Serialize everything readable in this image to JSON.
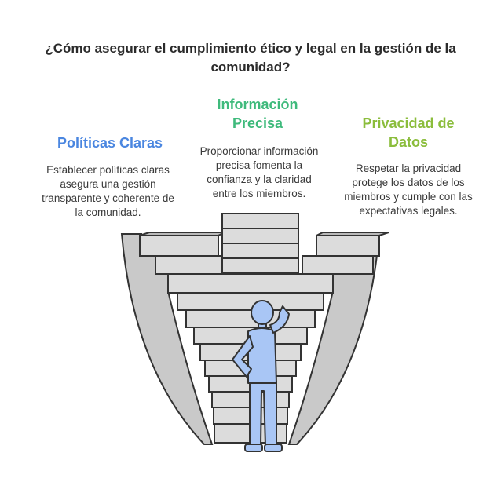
{
  "title": "¿Cómo asegurar el cumplimiento ético y legal en la gestión de la comunidad?",
  "columns": [
    {
      "heading": "Políticas Claras",
      "text": "Establecer políticas claras asegura una gestión transparente y coherente de la comunidad.",
      "color": "#4a86e0"
    },
    {
      "heading": "Información Precisa",
      "text": "Proporcionar información precisa fomenta la confianza y la claridad entre los miembros.",
      "color": "#3fba7c"
    },
    {
      "heading": "Privacidad de Datos",
      "text": "Respetar la privacidad protege los datos de los miembros y cumple con las expectativas legales.",
      "color": "#8bbd3c"
    }
  ],
  "colors": {
    "stone": "#dcdcdc",
    "stoneDark": "#b9b9b9",
    "outline": "#333333",
    "person": "#a9c6f5"
  }
}
